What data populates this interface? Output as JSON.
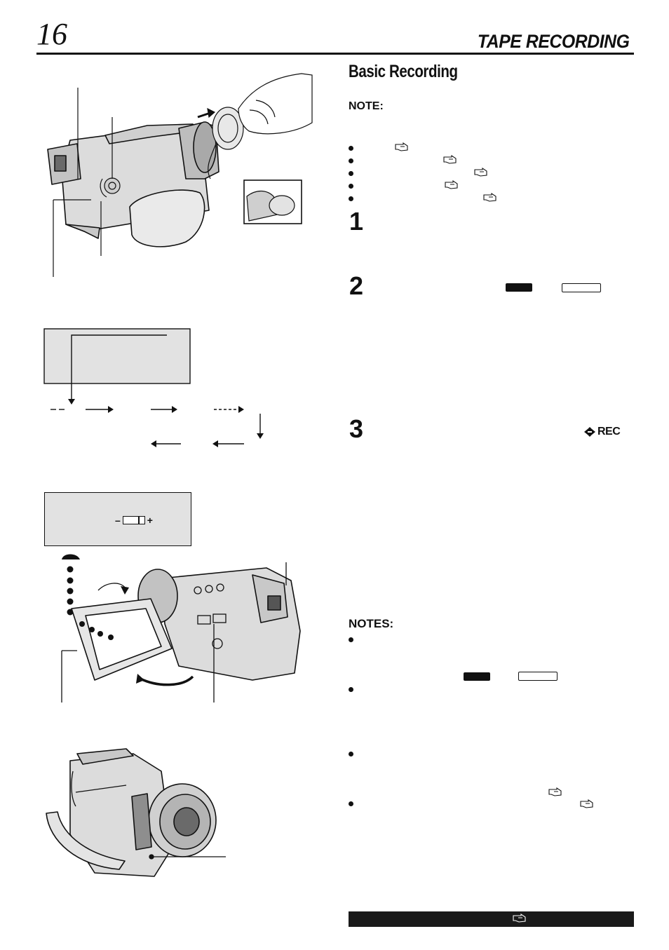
{
  "page": {
    "number": "16",
    "header_title": "TAPE RECORDING",
    "section_title": "Basic Recording"
  },
  "note": {
    "heading": "NOTE:",
    "bullet_count": 5
  },
  "steps": [
    "1",
    "2",
    "3"
  ],
  "indicators": {
    "rec_label": "REC",
    "brightness_minus": "–",
    "brightness_plus": "+"
  },
  "notes": {
    "heading": "NOTES:",
    "bullet_count": 4
  },
  "icons": {
    "reference": "pointing-hand-icon",
    "rec_arrows": "rec-arrows-icon"
  },
  "colors": {
    "text": "#111111",
    "lcd_panel": "#e2e2e2",
    "footer_bar": "#1a1a1a"
  }
}
